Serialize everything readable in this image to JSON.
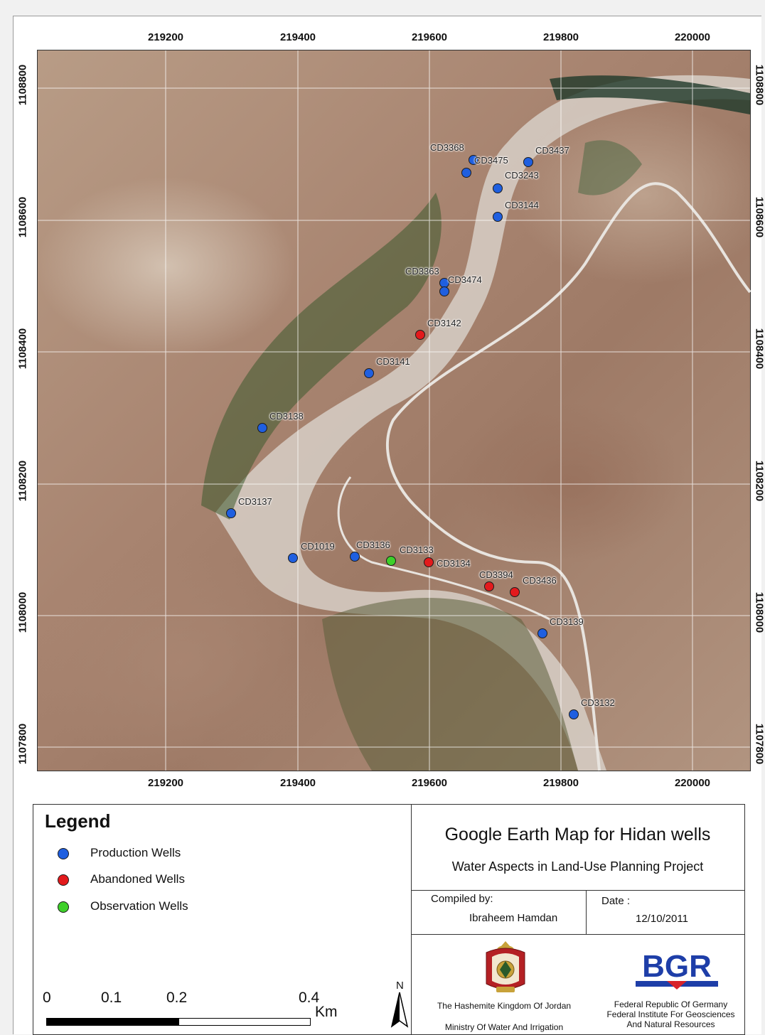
{
  "axes": {
    "x_top": [
      "219200",
      "219400",
      "219600",
      "219800",
      "220000"
    ],
    "x_bottom": [
      "219200",
      "219400",
      "219600",
      "219800",
      "220000"
    ],
    "y_left": [
      "1108800",
      "1108600",
      "1108400",
      "1108200",
      "1108000",
      "1107800"
    ],
    "y_right": [
      "1108800",
      "1108600",
      "1108400",
      "1108200",
      "1108000",
      "1107800"
    ]
  },
  "wells": [
    {
      "id": "CD3368",
      "type": "production"
    },
    {
      "id": "CD3475",
      "type": "production"
    },
    {
      "id": "CD3437",
      "type": "production"
    },
    {
      "id": "CD3243",
      "type": "production"
    },
    {
      "id": "CD3144",
      "type": "production"
    },
    {
      "id": "CD3363",
      "type": "production"
    },
    {
      "id": "CD3474",
      "type": "production"
    },
    {
      "id": "CD3142",
      "type": "abandoned"
    },
    {
      "id": "CD3141",
      "type": "production"
    },
    {
      "id": "CD3138",
      "type": "production"
    },
    {
      "id": "CD3137",
      "type": "production"
    },
    {
      "id": "CD1019",
      "type": "production"
    },
    {
      "id": "CD3136",
      "type": "production"
    },
    {
      "id": "CD3133",
      "type": "observation"
    },
    {
      "id": "CD3134",
      "type": "abandoned"
    },
    {
      "id": "CD3394",
      "type": "abandoned"
    },
    {
      "id": "CD3436",
      "type": "abandoned"
    },
    {
      "id": "CD3139",
      "type": "production"
    },
    {
      "id": "CD3132",
      "type": "production"
    }
  ],
  "legend": {
    "title": "Legend",
    "items": [
      {
        "label": "Production Wells",
        "color": "#1f5fe0"
      },
      {
        "label": "Abandoned Wells",
        "color": "#e31a1c"
      },
      {
        "label": "Observation Wells",
        "color": "#3ed02a"
      }
    ]
  },
  "scale": {
    "ticks": [
      "0",
      "0.1",
      "0.2",
      "0.4"
    ],
    "unit": "Km",
    "north": "N"
  },
  "info": {
    "title": "Google Earth Map for Hidan wells",
    "subtitle": "Water Aspects in Land-Use Planning Project",
    "compiled_label": "Compiled by:",
    "compiled_name": "Ibraheem Hamdan",
    "date_label": "Date :",
    "date_value": "12/10/2011",
    "org_left_1": "The Hashemite Kingdom Of Jordan",
    "org_left_2": "Ministry Of Water And Irrigation",
    "bgr_logo_text": "BGR",
    "org_right_1": "Federal Republic Of Germany",
    "org_right_2": "Federal Institute For Geosciences",
    "org_right_3": "And Natural Resources"
  },
  "colors": {
    "production": "#1f5fe0",
    "abandoned": "#e31a1c",
    "observation": "#3ed02a",
    "bgr_blue": "#1e3ea8",
    "bgr_red": "#d8232a"
  }
}
